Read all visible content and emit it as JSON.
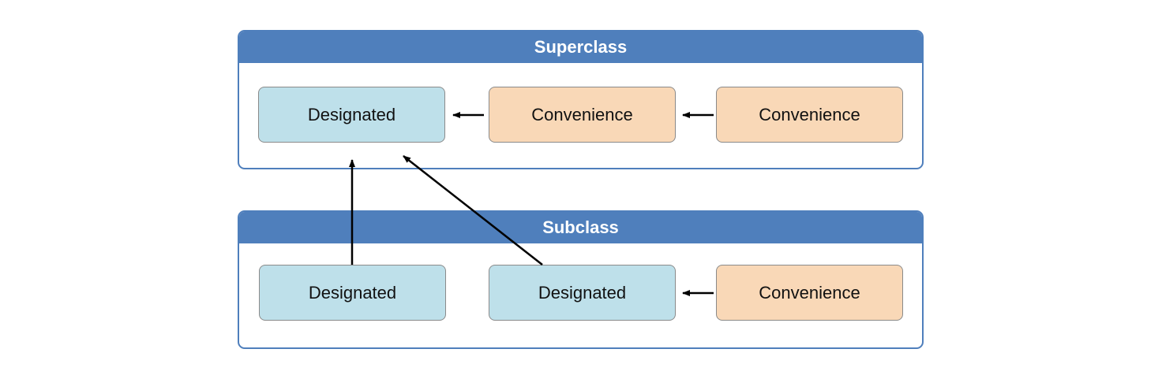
{
  "superclass": {
    "title": "Superclass",
    "nodes": [
      {
        "label": "Designated",
        "kind": "designated"
      },
      {
        "label": "Convenience",
        "kind": "convenience"
      },
      {
        "label": "Convenience",
        "kind": "convenience"
      }
    ]
  },
  "subclass": {
    "title": "Subclass",
    "nodes": [
      {
        "label": "Designated",
        "kind": "designated"
      },
      {
        "label": "Designated",
        "kind": "designated"
      },
      {
        "label": "Convenience",
        "kind": "convenience"
      }
    ]
  },
  "colors": {
    "header": "#4f7fbc",
    "designated_fill": "#bee0ea",
    "convenience_fill": "#f9d8b7",
    "arrow": "#000000"
  }
}
